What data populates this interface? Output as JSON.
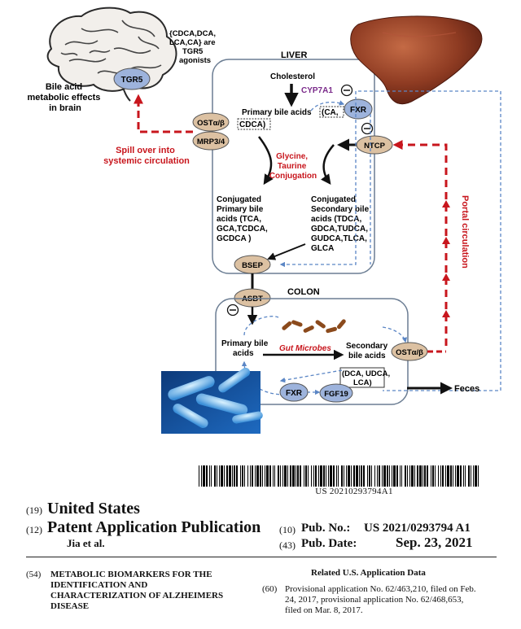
{
  "figure": {
    "brain_note_lines": [
      "{CDCA,DCA,",
      "LCA,CA} are",
      "TGR5",
      "agonists"
    ],
    "tgr5": "TGR5",
    "brain_label_lines": [
      "Bile acid",
      "metabolic effects",
      "in brain"
    ],
    "liver_title": "LIVER",
    "cholesterol": "Cholesterol",
    "cyp7a1": "CYP7A1",
    "primary_bile_acids": "Primary bile acids",
    "primary_box_a": "(CA,",
    "primary_box_b": "CDCA)",
    "fxr_liver": "FXR",
    "ost_liver": "OSTα/β",
    "mrp": "MRP3/4",
    "spill_lines": [
      "Spill over into",
      "systemic circulation"
    ],
    "ntcp": "NTCP",
    "conj_label_lines": [
      "Glycine,",
      "Taurine",
      "Conjugation"
    ],
    "conj_primary_lines": [
      "Conjugated",
      "Primary bile",
      "acids (TCA,",
      "GCA,TCDCA,",
      "GCDCA )"
    ],
    "conj_secondary_lines": [
      "Conjugated",
      "Secondary bile",
      "acids (TDCA,",
      "GDCA,TUDCA,",
      "GUDCA,TLCA,",
      "GLCA"
    ],
    "portal": "Portal circulation",
    "bsep": "BSEP",
    "asbt": "ASBT",
    "colon_title": "COLON",
    "colon_primary_lines": [
      "Primary bile",
      "acids"
    ],
    "gut_microbes": "Gut Microbes",
    "colon_secondary_lines": [
      "Secondary",
      "bile acids"
    ],
    "ost_colon": "OSTα/β",
    "secondary_box_lines": [
      "(DCA, UDCA,",
      "LCA)"
    ],
    "fxr_colon": "FXR",
    "fgf19": "FGF19",
    "feces": "Feces",
    "colors": {
      "red": "#c8161d",
      "blue_dashed": "#5b86c5",
      "oval": "#dcc1a2",
      "fxr": "#9db3dc",
      "purple": "#7a2a8a"
    }
  },
  "barcode_number": "US 20210293794A1",
  "header": {
    "n19": "(19)",
    "country": "United States",
    "n12": "(12)",
    "kind": "Patent Application Publication",
    "inventor": "Jia et al.",
    "n10": "(10)",
    "pub_no_label": "Pub. No.:",
    "pub_no": "US 2021/0293794 A1",
    "n43": "(43)",
    "pub_date_label": "Pub. Date:",
    "pub_date": "Sep. 23, 2021"
  },
  "bottom": {
    "n54": "(54)",
    "title_lines": [
      "METABOLIC BIOMARKERS FOR THE",
      "IDENTIFICATION AND",
      "CHARACTERIZATION OF ALZHEIMERS",
      "DISEASE"
    ],
    "related_heading": "Related U.S. Application Data",
    "n60": "(60)",
    "related_lines": [
      "Provisional application No. 62/463,210, filed on Feb.",
      "24, 2017, provisional application No. 62/468,653,",
      "filed on Mar. 8, 2017."
    ]
  }
}
